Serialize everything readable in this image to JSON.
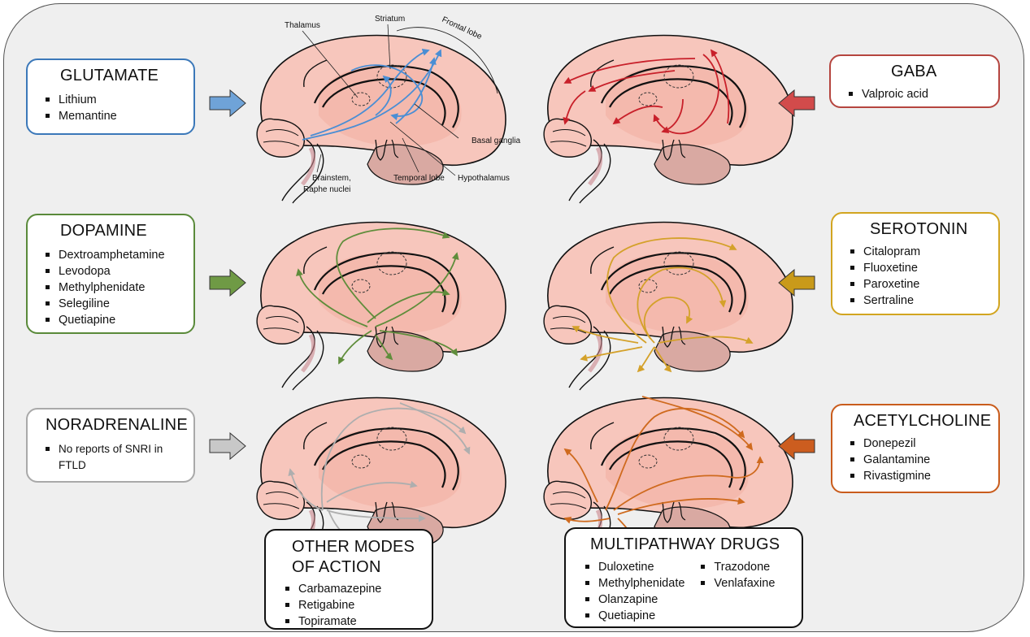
{
  "boxes": {
    "glutamate": {
      "title": "GLUTAMATE",
      "items": [
        "Lithium",
        "Memantine"
      ],
      "color": "#3b78b9"
    },
    "gaba": {
      "title": "GABA",
      "items": [
        "Valproic acid"
      ],
      "color": "#b5453f"
    },
    "dopamine": {
      "title": "DOPAMINE",
      "items": [
        "Dextroamphetamine",
        "Levodopa",
        "Methylphenidate",
        "Selegiline",
        "Quetiapine"
      ],
      "color": "#5a8a3a"
    },
    "serotonin": {
      "title": "SEROTONIN",
      "items": [
        "Citalopram",
        "Fluoxetine",
        "Paroxetine",
        "Sertraline"
      ],
      "color": "#d2a520"
    },
    "noradrenaline": {
      "title": "NORADRENALINE",
      "items": [
        "No reports of SNRI in FTLD"
      ],
      "color": "#a9a9a9"
    },
    "acetylcholine": {
      "title": "ACETYLCHOLINE",
      "items": [
        "Donepezil",
        "Galantamine",
        "Rivastigmine"
      ],
      "color": "#c95c1c"
    },
    "other": {
      "title_line1": "OTHER MODES",
      "title_line2": "OF ACTION",
      "items": [
        "Carbamazepine",
        "Retigabine",
        "Topiramate"
      ],
      "color": "#111111"
    },
    "multi": {
      "title": "MULTIPATHWAY DRUGS",
      "col1": [
        "Duloxetine",
        "Methylphenidate",
        "Olanzapine",
        "Quetiapine"
      ],
      "col2": [
        "Trazodone",
        "Venlafaxine"
      ],
      "color": "#111111"
    }
  },
  "anatomy_labels": {
    "thalamus": "Thalamus",
    "striatum": "Striatum",
    "frontal_lobe": "Frontal lobe",
    "basal_ganglia": "Basal ganglia",
    "hypothalamus": "Hypothalamus",
    "temporal_lobe": "Temporal lobe",
    "brainstem": "Brainstem,",
    "raphe": "Raphe nuclei"
  },
  "colors": {
    "brain_fill": "#f7c6bc",
    "brain_inner": "#f2b0a4",
    "brain_lower": "#d9a9a2",
    "glutamate": "#4a8ed4",
    "gaba": "#c8202a",
    "dopamine": "#5f8d3b",
    "serotonin": "#d4a12a",
    "noradrenaline": "#aeaeae",
    "acetylcholine": "#cf6a1e"
  }
}
